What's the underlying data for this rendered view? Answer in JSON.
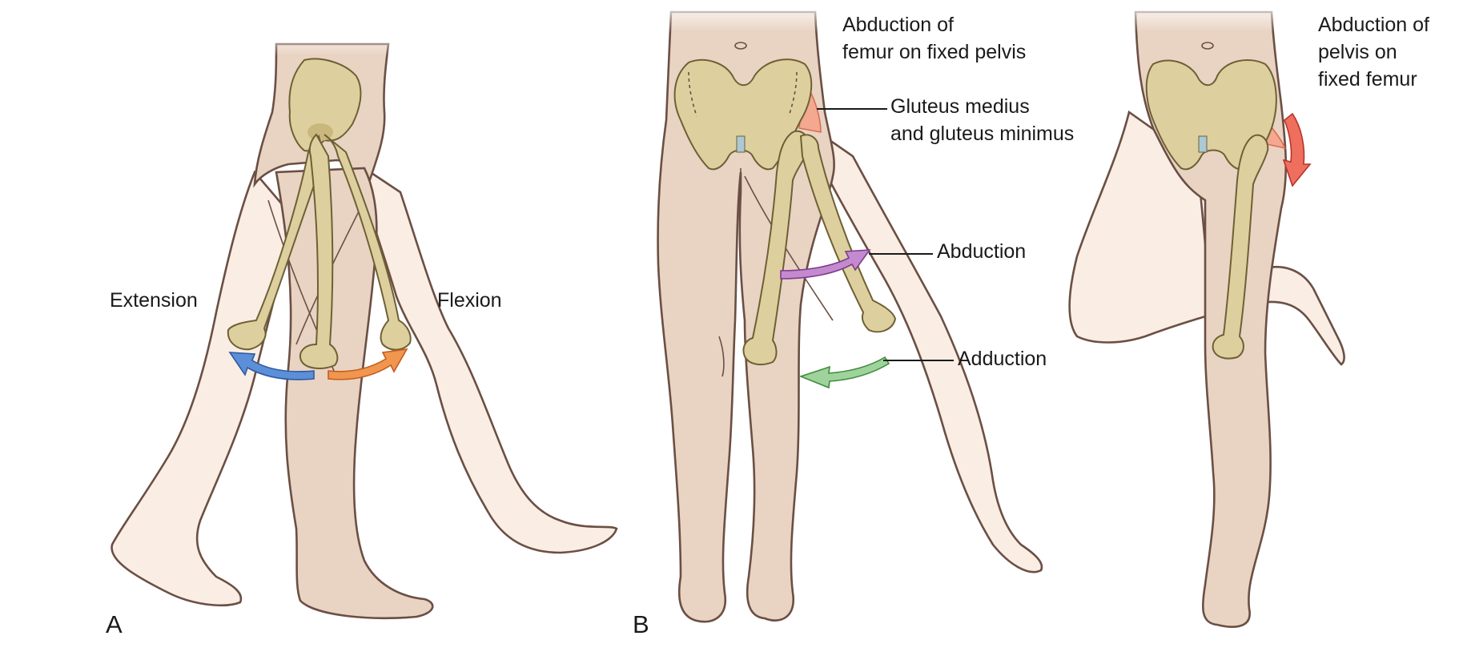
{
  "panels": {
    "a": {
      "letter": "A",
      "labels": {
        "extension": "Extension",
        "flexion": "Flexion"
      }
    },
    "b": {
      "letter": "B",
      "labels": {
        "femur_title_1": "Abduction of",
        "femur_title_2": "femur on fixed pelvis",
        "muscle_1": "Gluteus medius",
        "muscle_2": "and gluteus minimus",
        "abduction": "Abduction",
        "adduction": "Adduction",
        "pelvis_title_1": "Abduction of",
        "pelvis_title_2": "pelvis on",
        "pelvis_title_3": "fixed femur"
      }
    }
  },
  "colors": {
    "extension_arrow": "#5b8fd8",
    "flexion_arrow": "#f0964e",
    "abduction_arrow": "#c48ad0",
    "adduction_arrow": "#9ed39b",
    "pelvis_arrow": "#ef6f5e",
    "muscle": "#f4a68d",
    "bone": "#ded09e",
    "skin": "#e9d3c3"
  }
}
